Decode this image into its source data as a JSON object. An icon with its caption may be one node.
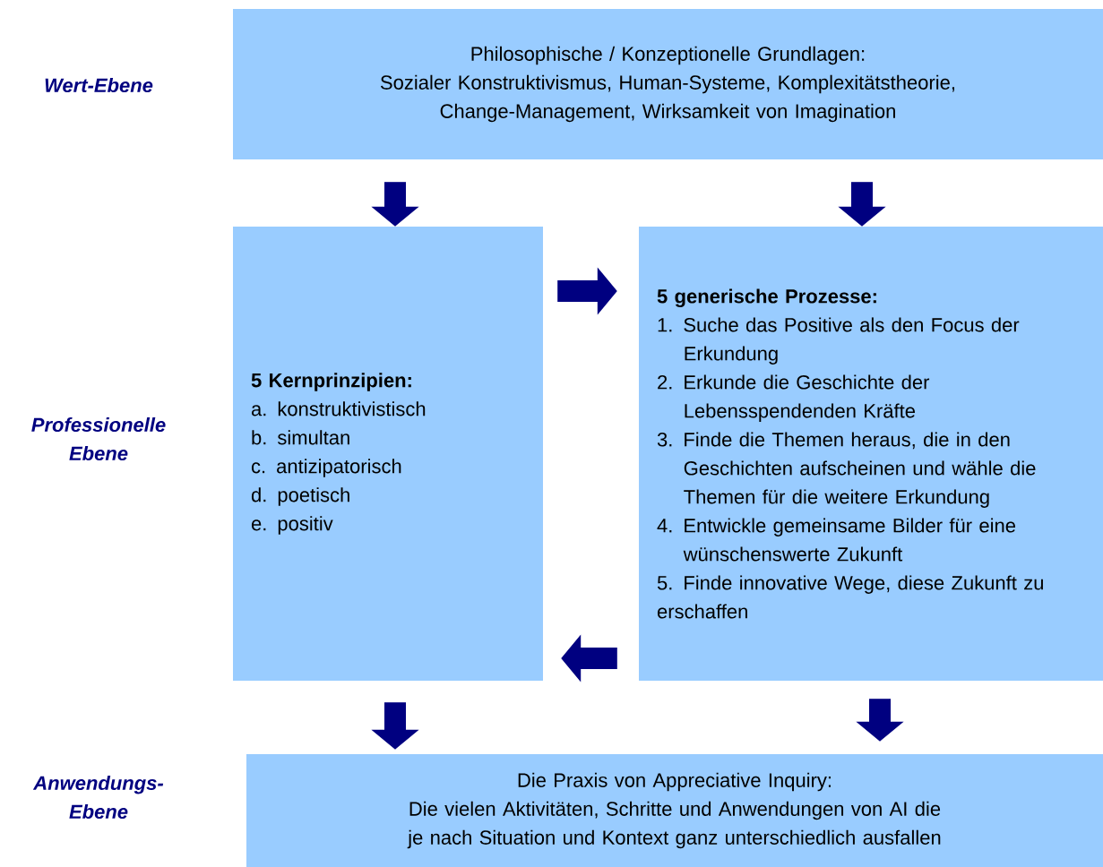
{
  "diagram": {
    "nodes": [
      {
        "text": [
          "Philosophische / Konzeptionelle Grundlagen:",
          "Sozialer Konstruktivismus, Human-Systeme, Komplexitätstheorie, Change-Management, Wirksamkeit von Imagination"
        ]
      },
      {
        "text": [
          "5 Kernprinzipien:",
          "a. konstruktivistisch",
          "b. simultan",
          "c. antizipatorisch",
          "d. poetisch",
          "e. positiv"
        ]
      },
      {
        "text": [
          "5 generische Prozesse:",
          "1. Suche das Positive als den Focus der Erkundung",
          "2. Erkunde die Geschichte der Lebensspendenden Kräfte",
          "3. Finde die Themen heraus, die in den Geschichten aufscheinen und wähle die Themen für die weitere Erkundung",
          "4. Entwickle gemeinsame Bilder für eine wünschenswerte Zukunft",
          "5. Finde innovative Wege, diese Zukunft zu erschaffen"
        ]
      },
      {
        "text": [
          "Die Praxis von Appreciative Inquiry:",
          "Die vielen Aktivitäten, Schritte und Anwendungen von AI die je nach Situation und Kontext ganz unterschiedlich ausfallen"
        ]
      }
    ],
    "edges": [
      {
        "from": 0,
        "to": 1,
        "arrow": "to"
      },
      {
        "from": 0,
        "to": 2,
        "arrow": "to"
      },
      {
        "from": 1,
        "to": 2,
        "arrow": "to"
      },
      {
        "from": 2,
        "to": 1,
        "arrow": "to"
      },
      {
        "from": 1,
        "to": 3,
        "arrow": "to"
      },
      {
        "from": 2,
        "to": 3,
        "arrow": "to"
      }
    ],
    "labels": [
      "Wert-Ebene",
      "Professionelle Ebene",
      "Anwendungs-Ebene"
    ]
  }
}
